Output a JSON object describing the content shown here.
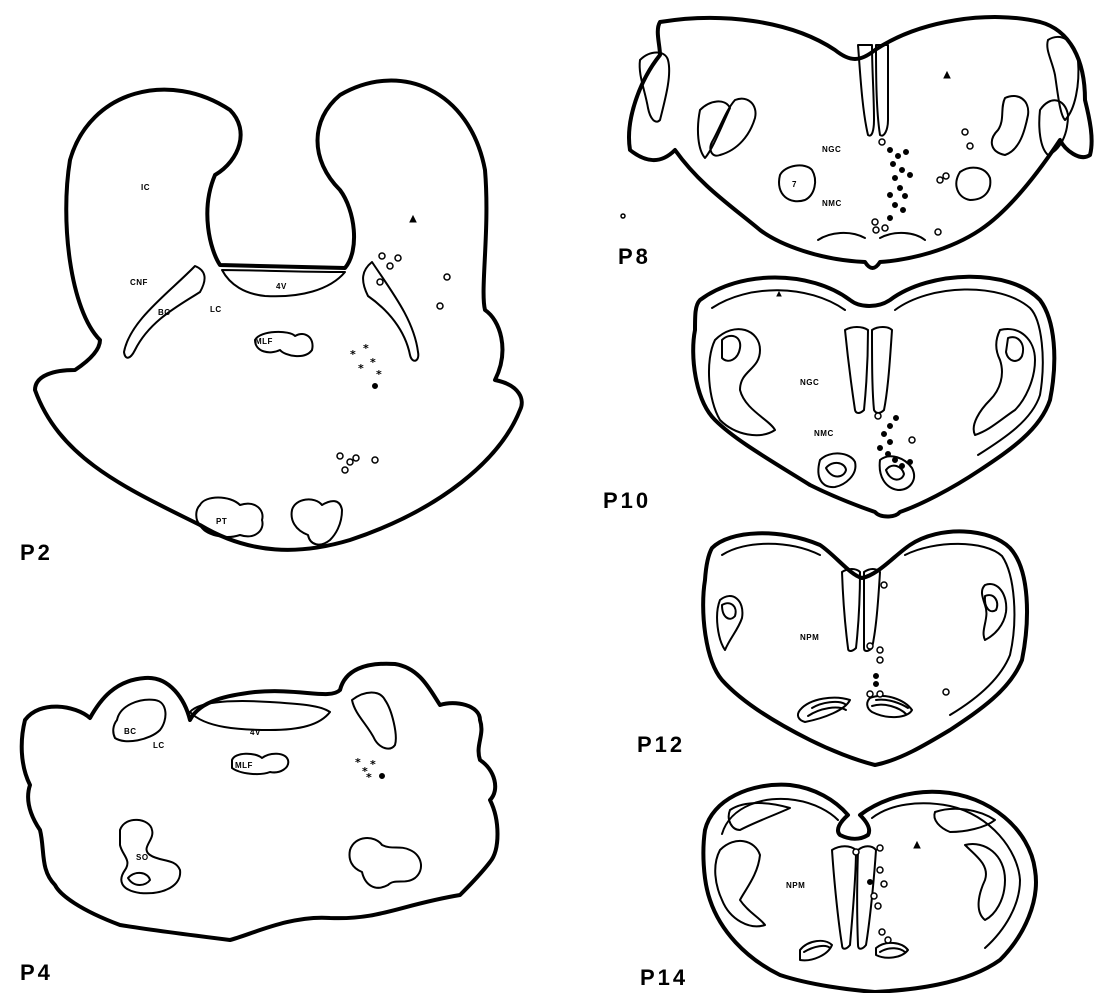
{
  "panels": {
    "p2": {
      "label": "P2",
      "structures": {
        "ic": "IC",
        "cnf": "CNF",
        "bc": "BC",
        "lc": "LC",
        "v4": "4V",
        "mlf": "MLF",
        "pt": "PT"
      }
    },
    "p4": {
      "label": "P4",
      "structures": {
        "bc": "BC",
        "lc": "LC",
        "v4": "4V",
        "mlf": "MLF",
        "so": "SO"
      }
    },
    "p8": {
      "label": "P8",
      "structures": {
        "ngc": "NGC",
        "nmc": "NMC",
        "seven": "7"
      }
    },
    "p10": {
      "label": "P10",
      "structures": {
        "ngc": "NGC",
        "nmc": "NMC"
      }
    },
    "p12": {
      "label": "P12",
      "structures": {
        "npm": "NPM"
      }
    },
    "p14": {
      "label": "P14",
      "structures": {
        "npm": "NPM"
      }
    }
  },
  "marker_types": [
    "open-circle",
    "filled-circle",
    "star",
    "triangle"
  ]
}
